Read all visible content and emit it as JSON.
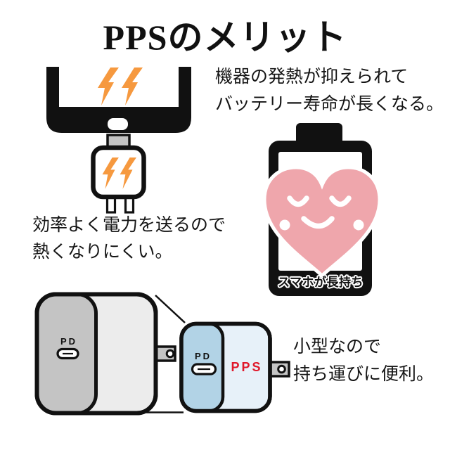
{
  "title": "PPSのメリット",
  "captions": {
    "heat": {
      "line1": "機器の発熱が抑えられて",
      "line2": "バッテリー寿命が長くなる。"
    },
    "efficiency": {
      "line1": "効率よく電力を送るので",
      "line2": "熱くなりにくい。"
    },
    "portability": {
      "line1": "小型なので",
      "line2": "持ち運びに便利。"
    }
  },
  "battery": {
    "label": "スマホが長持ち"
  },
  "chargers": {
    "large": {
      "port_label": "PD"
    },
    "small": {
      "port_label": "PD",
      "pps_label": "PPS"
    }
  },
  "icons": {
    "lightning_bolt": "orange-zigzag-bolt",
    "usb_c_port": "pill-outline-with-slot",
    "heart_face": "pink-heart-closed-eyes-smile",
    "plug_prong": "flat-blade-with-hole",
    "phone": "bottom-half-smartphone-frame",
    "battery": "black-battery-silhouette"
  },
  "colors": {
    "bolt_orange": "#F6993F",
    "heart_pink": "#EFA6AC",
    "pps_red": "#E0182B",
    "charger_gray": "#C4C4C4",
    "charger_gray_light": "#ECECEC",
    "charger_blue": "#B2D3E6",
    "charger_blue_light": "#E7F1F9",
    "stem_gray": "#C3C3C3",
    "outline_black": "#111111"
  }
}
